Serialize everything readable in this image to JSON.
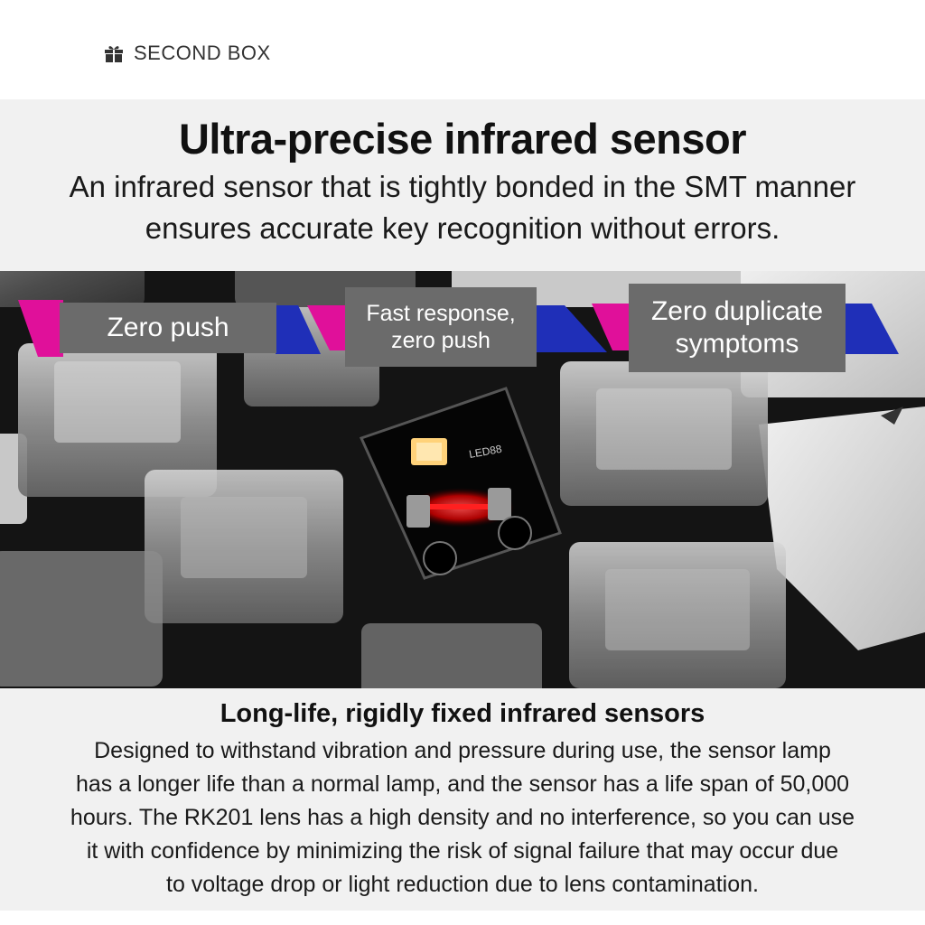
{
  "brand": {
    "name": "SECOND BOX",
    "icon": "gift-icon"
  },
  "header": {
    "title": "Ultra-precise infrared sensor",
    "subtitle_lines": [
      "An infrared sensor that is tightly bonded in the SMT manner",
      "ensures accurate key recognition without errors."
    ]
  },
  "feature_tags": [
    {
      "label": "Zero push"
    },
    {
      "label_lines": [
        "Fast response,",
        "zero push"
      ]
    },
    {
      "label_lines": [
        "Zero duplicate",
        "symptoms"
      ]
    }
  ],
  "photo": {
    "pcb_marking": "LED88"
  },
  "colors": {
    "panel_bg": "#f1f1f1",
    "tag_bg": "#6b6b6b",
    "accent_pink": "#e0109a",
    "accent_blue": "#1f2fb8",
    "sensor_led": "#ff2020",
    "status_led": "#ffd27a"
  },
  "detail": {
    "title": "Long-life, rigidly fixed infrared sensors",
    "body_lines": [
      "Designed to withstand vibration and pressure during use, the sensor lamp",
      "has a longer life than a normal lamp, and the sensor has a life span of 50,000",
      "hours. The RK201 lens has a high density and no interference, so you can use",
      "it with confidence by minimizing the risk of signal failure that may occur due",
      "to voltage drop or light reduction due to lens contamination."
    ]
  }
}
